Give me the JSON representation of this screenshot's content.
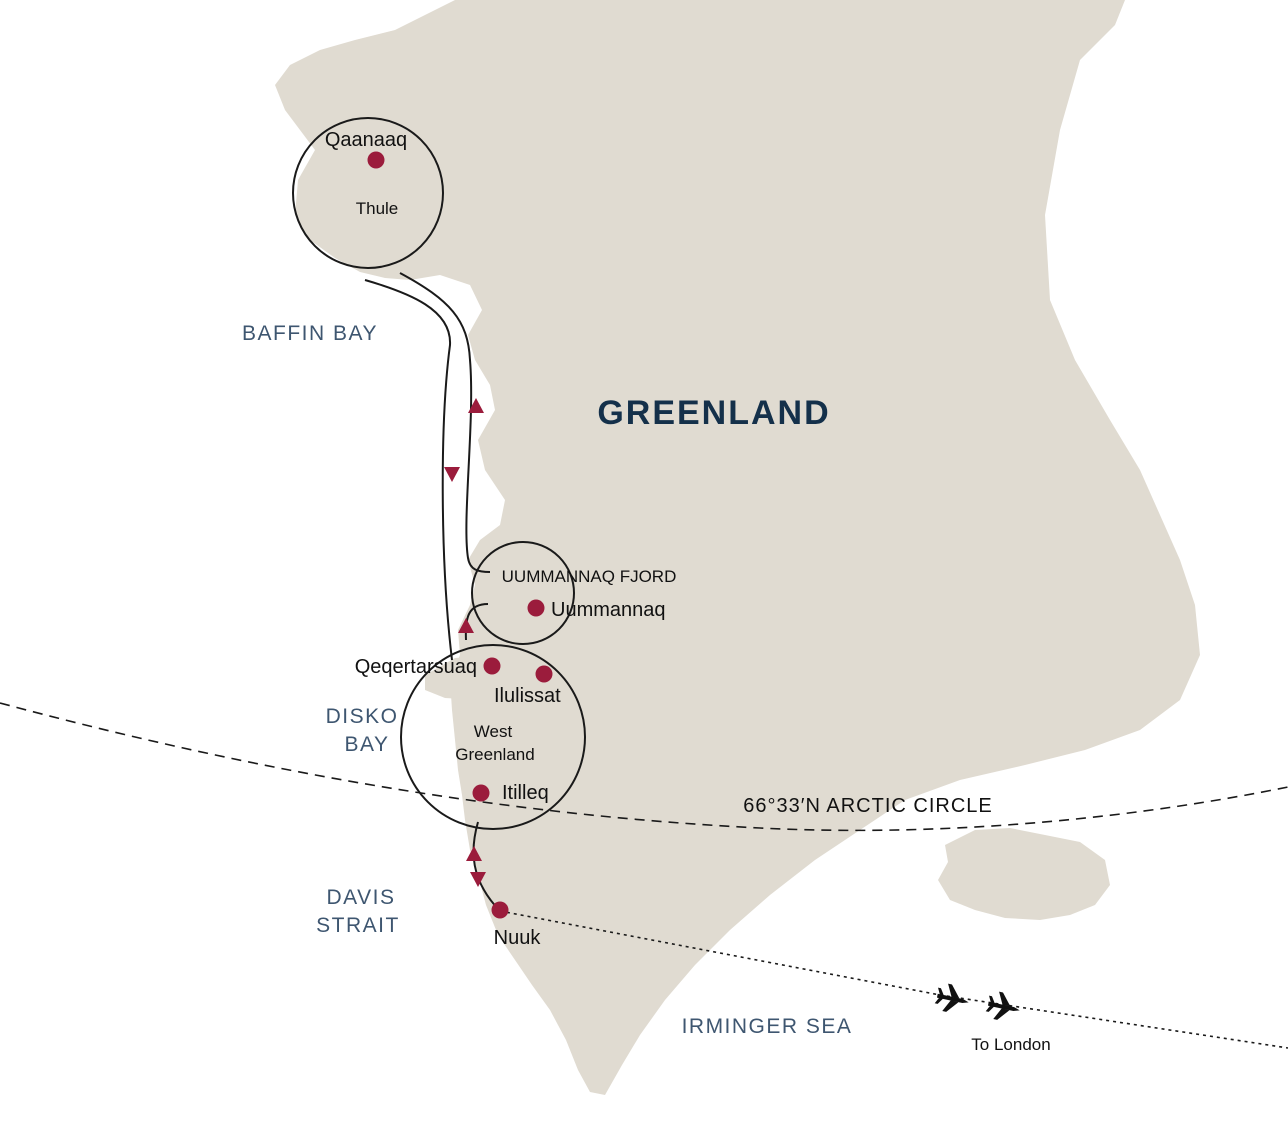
{
  "map": {
    "country": "GREENLAND",
    "seas": {
      "baffin_bay": "BAFFIN BAY",
      "disko_bay_1": "DISKO",
      "disko_bay_2": "BAY",
      "davis_strait_1": "DAVIS",
      "davis_strait_2": "STRAIT",
      "irminger_sea": "IRMINGER SEA"
    },
    "regions": {
      "thule": "Thule",
      "uummannaq_fjord": "UUMMANNAQ FJORD",
      "west_greenland_1": "West",
      "west_greenland_2": "Greenland"
    },
    "places": {
      "qaanaaq": "Qaanaaq",
      "uummannaq": "Uummannaq",
      "qeqertarsuaq": "Qeqertarsuaq",
      "ilulissat": "Ilulissat",
      "itilleq": "Itilleq",
      "nuuk": "Nuuk"
    },
    "arctic_circle": "66°33′N ARCTIC CIRCLE",
    "flight_label": "To London",
    "colors": {
      "land": "#e0dbd1",
      "stop_marker": "#9b1c3c",
      "sea_label": "#3e5670",
      "country_label": "#14304a"
    },
    "icons": [
      "airplane-icon",
      "airplane-icon"
    ]
  }
}
